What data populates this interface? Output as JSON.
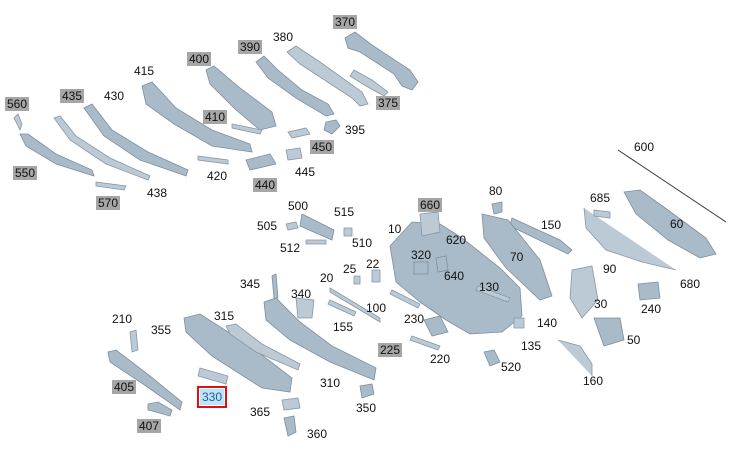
{
  "colors": {
    "part_fill": "#a9bac8",
    "label_shade": "#a6a6a6",
    "selection_outline": "#e01010",
    "selection_fill": "#bfe3f7"
  },
  "parts": [
    {
      "id": "p370",
      "number": "370",
      "shaded": true
    },
    {
      "id": "p380",
      "number": "380",
      "shaded": false
    },
    {
      "id": "p390",
      "number": "390",
      "shaded": true
    },
    {
      "id": "p400",
      "number": "400",
      "shaded": true
    },
    {
      "id": "p375",
      "number": "375",
      "shaded": true
    },
    {
      "id": "p415",
      "number": "415",
      "shaded": false
    },
    {
      "id": "p560",
      "number": "560",
      "shaded": true
    },
    {
      "id": "p435",
      "number": "435",
      "shaded": true
    },
    {
      "id": "p430",
      "number": "430",
      "shaded": false
    },
    {
      "id": "p410",
      "number": "410",
      "shaded": true
    },
    {
      "id": "p395",
      "number": "395",
      "shaded": false
    },
    {
      "id": "p450",
      "number": "450",
      "shaded": true
    },
    {
      "id": "p550",
      "number": "550",
      "shaded": true
    },
    {
      "id": "p420",
      "number": "420",
      "shaded": false
    },
    {
      "id": "p445",
      "number": "445",
      "shaded": false
    },
    {
      "id": "p440",
      "number": "440",
      "shaded": true
    },
    {
      "id": "p438",
      "number": "438",
      "shaded": false
    },
    {
      "id": "p570",
      "number": "570",
      "shaded": true
    },
    {
      "id": "p600",
      "number": "600",
      "shaded": false
    },
    {
      "id": "p685",
      "number": "685",
      "shaded": false
    },
    {
      "id": "p80",
      "number": "80",
      "shaded": false
    },
    {
      "id": "p660",
      "number": "660",
      "shaded": true
    },
    {
      "id": "p500",
      "number": "500",
      "shaded": false
    },
    {
      "id": "p515",
      "number": "515",
      "shaded": false
    },
    {
      "id": "p505",
      "number": "505",
      "shaded": false
    },
    {
      "id": "p10",
      "number": "10",
      "shaded": false
    },
    {
      "id": "p150",
      "number": "150",
      "shaded": false
    },
    {
      "id": "p60",
      "number": "60",
      "shaded": false
    },
    {
      "id": "p510",
      "number": "510",
      "shaded": false
    },
    {
      "id": "p512",
      "number": "512",
      "shaded": false
    },
    {
      "id": "p620",
      "number": "620",
      "shaded": false
    },
    {
      "id": "p320",
      "number": "320",
      "shaded": false
    },
    {
      "id": "p70",
      "number": "70",
      "shaded": false
    },
    {
      "id": "p22",
      "number": "22",
      "shaded": false
    },
    {
      "id": "p25",
      "number": "25",
      "shaded": false
    },
    {
      "id": "p640",
      "number": "640",
      "shaded": false
    },
    {
      "id": "p90",
      "number": "90",
      "shaded": false
    },
    {
      "id": "p20",
      "number": "20",
      "shaded": false
    },
    {
      "id": "p345",
      "number": "345",
      "shaded": false
    },
    {
      "id": "p680",
      "number": "680",
      "shaded": false
    },
    {
      "id": "p340",
      "number": "340",
      "shaded": false
    },
    {
      "id": "p130",
      "number": "130",
      "shaded": false
    },
    {
      "id": "p100",
      "number": "100",
      "shaded": false
    },
    {
      "id": "p30",
      "number": "30",
      "shaded": false
    },
    {
      "id": "p240",
      "number": "240",
      "shaded": false
    },
    {
      "id": "p210",
      "number": "210",
      "shaded": false
    },
    {
      "id": "p315",
      "number": "315",
      "shaded": false
    },
    {
      "id": "p230",
      "number": "230",
      "shaded": false
    },
    {
      "id": "p140",
      "number": "140",
      "shaded": false
    },
    {
      "id": "p355",
      "number": "355",
      "shaded": false
    },
    {
      "id": "p155",
      "number": "155",
      "shaded": false
    },
    {
      "id": "p50",
      "number": "50",
      "shaded": false
    },
    {
      "id": "p225",
      "number": "225",
      "shaded": true
    },
    {
      "id": "p135",
      "number": "135",
      "shaded": false
    },
    {
      "id": "p220",
      "number": "220",
      "shaded": false
    },
    {
      "id": "p520",
      "number": "520",
      "shaded": false
    },
    {
      "id": "p405",
      "number": "405",
      "shaded": true
    },
    {
      "id": "p310",
      "number": "310",
      "shaded": false
    },
    {
      "id": "p160",
      "number": "160",
      "shaded": false
    },
    {
      "id": "p330",
      "number": "330",
      "shaded": false,
      "selected": true
    },
    {
      "id": "p350",
      "number": "350",
      "shaded": false
    },
    {
      "id": "p365",
      "number": "365",
      "shaded": false
    },
    {
      "id": "p407",
      "number": "407",
      "shaded": true
    },
    {
      "id": "p360",
      "number": "360",
      "shaded": false
    }
  ]
}
